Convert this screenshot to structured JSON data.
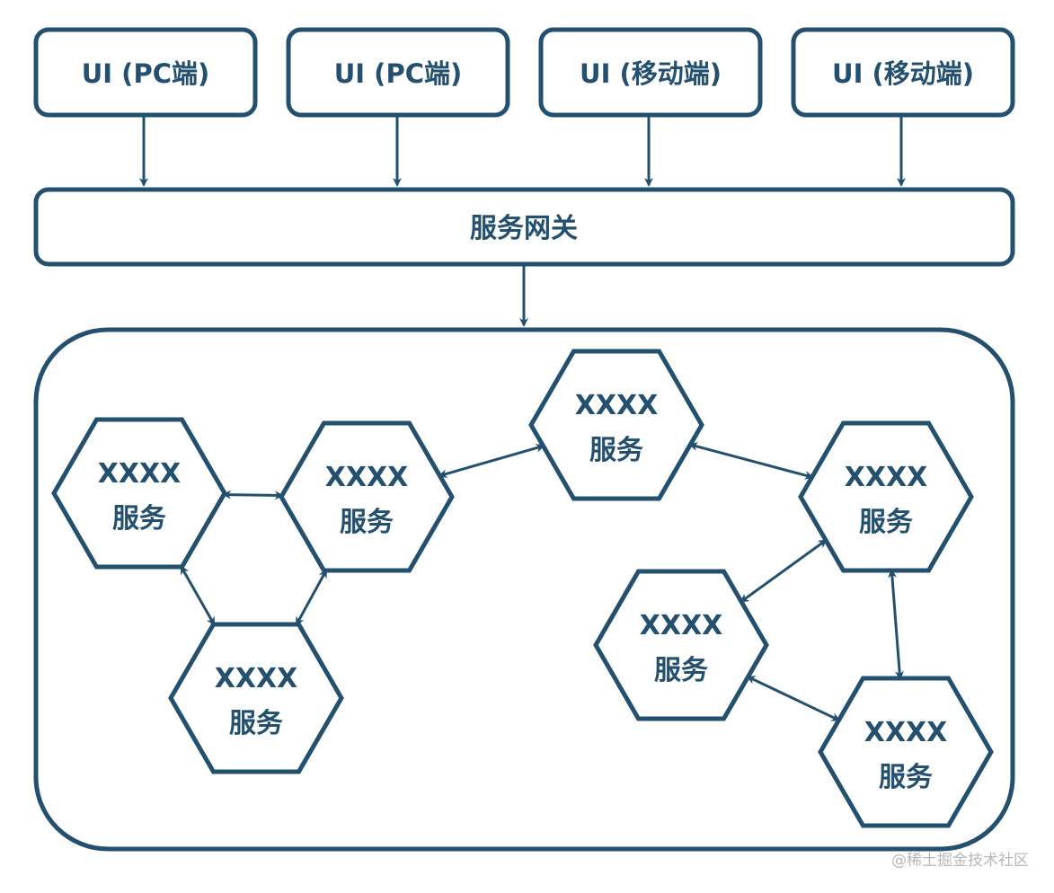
{
  "clients": [
    {
      "label": "UI (PC端)"
    },
    {
      "label": "UI (PC端)"
    },
    {
      "label": "UI (移动端)"
    },
    {
      "label": "UI (移动端)"
    }
  ],
  "gateway": {
    "label": "服务网关"
  },
  "services": [
    {
      "line1": "XXXX",
      "line2": "服务"
    },
    {
      "line1": "XXXX",
      "line2": "服务"
    },
    {
      "line1": "XXXX",
      "line2": "服务"
    },
    {
      "line1": "XXXX",
      "line2": "服务"
    },
    {
      "line1": "XXXX",
      "line2": "服务"
    },
    {
      "line1": "XXXX",
      "line2": "服务"
    },
    {
      "line1": "XXXX",
      "line2": "服务"
    }
  ],
  "connections": [
    [
      0,
      1
    ],
    [
      0,
      2
    ],
    [
      1,
      2
    ],
    [
      1,
      3
    ],
    [
      3,
      4
    ],
    [
      4,
      5
    ],
    [
      4,
      6
    ],
    [
      5,
      6
    ]
  ],
  "watermark": "@稀土掘金技术社区",
  "colors": {
    "stroke": "#24506f",
    "background": "#ffffff"
  }
}
